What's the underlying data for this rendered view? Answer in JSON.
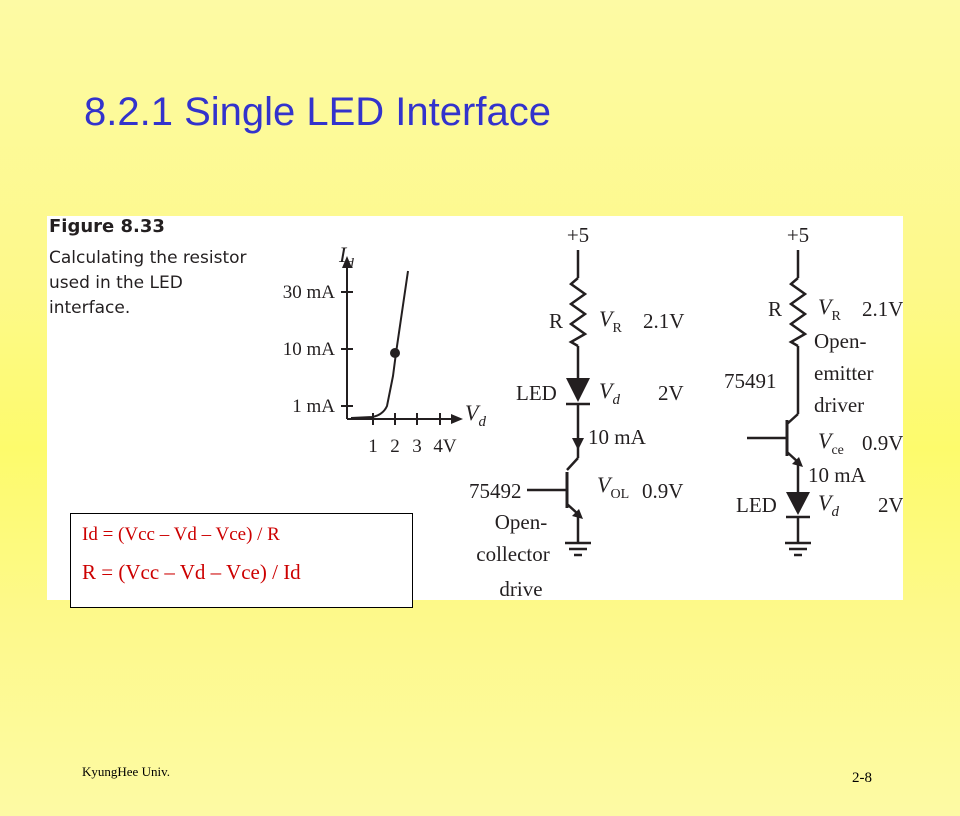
{
  "slide": {
    "title": "8.2.1 Single LED Interface",
    "footer_left": "KyungHee Univ.",
    "page_number": "2-8"
  },
  "figure": {
    "label": "Figure 8.33",
    "caption": "Calculating the resistor used in the LED interface."
  },
  "graph": {
    "y_axis_label": "I",
    "y_axis_sub": "d",
    "x_axis_label": "V",
    "x_axis_sub": "d",
    "y_ticks": [
      "30 mA",
      "10 mA",
      "1 mA"
    ],
    "x_ticks": [
      "1",
      "2",
      "3",
      "4V"
    ]
  },
  "circuit_oc": {
    "supply": "+5",
    "resistor_label": "R",
    "vr_label": "V",
    "vr_sub": "R",
    "vr_value": "2.1V",
    "led_label": "LED",
    "vd_label": "V",
    "vd_sub": "d",
    "vd_value": "2V",
    "current": "10 mA",
    "chip": "75492",
    "vol_label": "V",
    "vol_sub": "OL",
    "vol_value": "0.9V",
    "desc_line1": "Open-",
    "desc_line2": "collector",
    "desc_line3": "drive"
  },
  "circuit_oe": {
    "supply": "+5",
    "resistor_label": "R",
    "vr_label": "V",
    "vr_sub": "R",
    "vr_value": "2.1V",
    "desc_line1": "Open-",
    "desc_line2": "emitter",
    "desc_line3": "driver",
    "chip": "75491",
    "vce_label": "V",
    "vce_sub": "ce",
    "vce_value": "0.9V",
    "current": "10 mA",
    "led_label": "LED",
    "vd_label": "V",
    "vd_sub": "d",
    "vd_value": "2V"
  },
  "formulas": {
    "line1": "Id = (Vcc – Vd – Vce) / R",
    "line2": "R = (Vcc – Vd – Vce) / Id"
  }
}
